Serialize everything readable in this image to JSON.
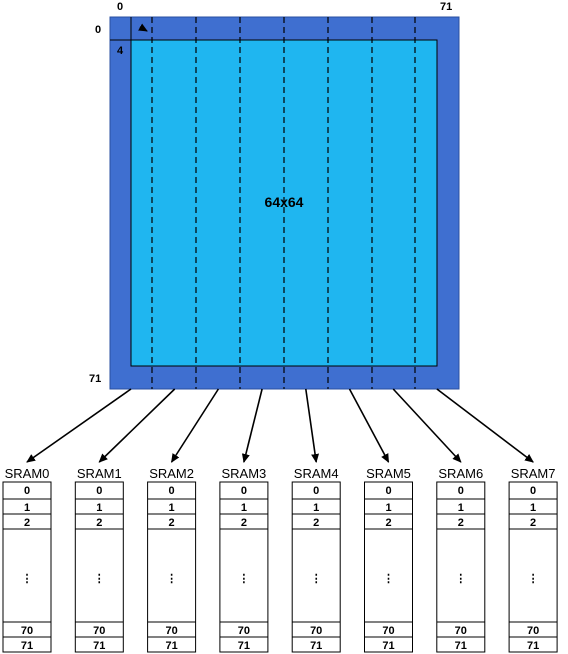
{
  "matrix": {
    "top_left_label": "0",
    "top_right_label": "71",
    "left_top_label": "0",
    "left_bottom_label": "71",
    "offset_label": "4",
    "center_label": "64x64",
    "colors": {
      "outer": "#3f6fd0",
      "inner": "#1fb6f0",
      "dashed": "#000000"
    }
  },
  "srams": [
    {
      "name": "SRAM0"
    },
    {
      "name": "SRAM1"
    },
    {
      "name": "SRAM2"
    },
    {
      "name": "SRAM3"
    },
    {
      "name": "SRAM4"
    },
    {
      "name": "SRAM5"
    },
    {
      "name": "SRAM6"
    },
    {
      "name": "SRAM7"
    }
  ],
  "sram_cells": {
    "top": [
      "0",
      "1",
      "2"
    ],
    "ellipsis": "⋮",
    "bottom": [
      "70",
      "71"
    ]
  }
}
